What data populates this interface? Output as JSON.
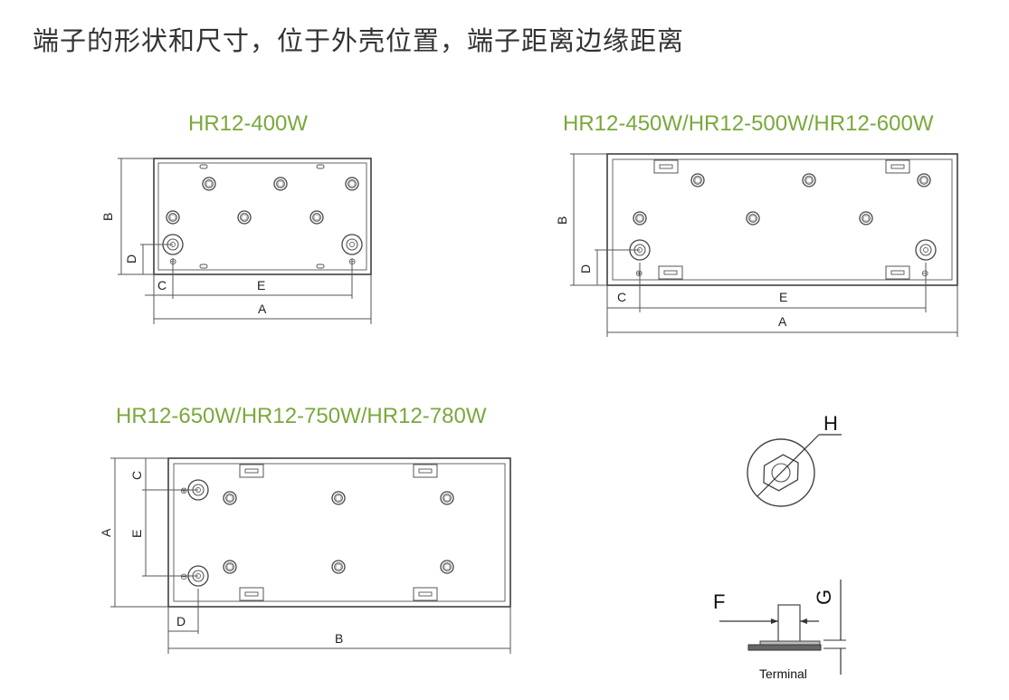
{
  "title": "端子的形状和尺寸，位于外壳位置，端子距离边缘距离",
  "models": {
    "group1": "HR12-400W",
    "group2": "HR12-450W/HR12-500W/HR12-600W",
    "group3": "HR12-650W/HR12-750W/HR12-780W"
  },
  "diagram1": {
    "A": "A",
    "B": "B",
    "C": "C",
    "D": "D",
    "E": "E"
  },
  "diagram2": {
    "A": "A",
    "B": "B",
    "C": "C",
    "D": "D",
    "E": "E"
  },
  "diagram3": {
    "A": "A",
    "B": "B",
    "C": "C",
    "D": "D",
    "E": "E"
  },
  "terminal": {
    "H": "H",
    "F": "F",
    "G": "G",
    "caption": "Terminal"
  }
}
